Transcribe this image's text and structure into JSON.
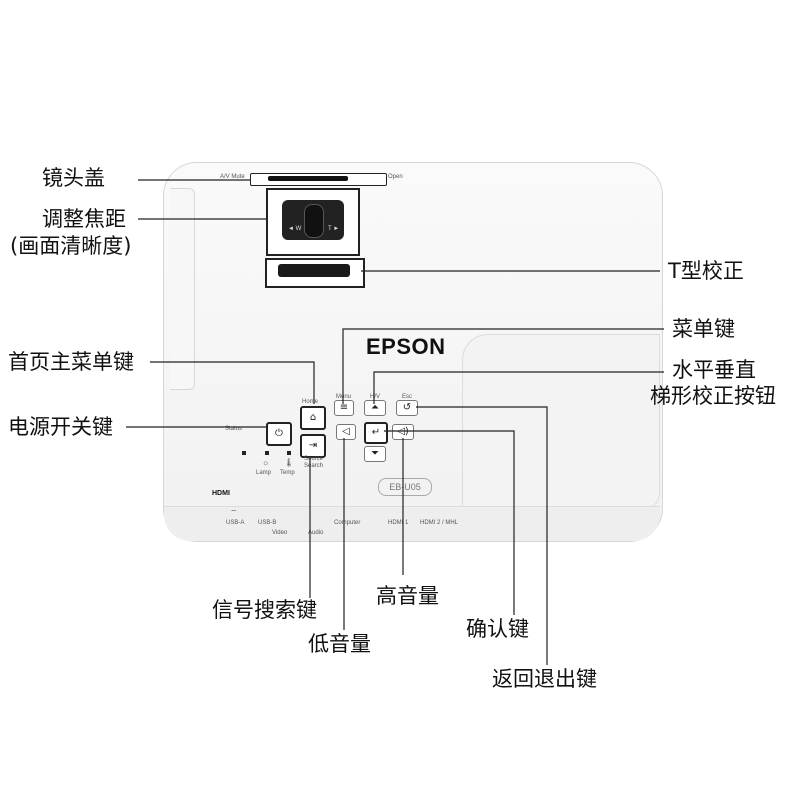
{
  "callouts": {
    "lens_cover": "镜头盖",
    "focus_line1": "调整焦距",
    "focus_line2": "(画面清晰度)",
    "t_keystone": "T型校正",
    "menu_key": "菜单键",
    "home_key": "首页主菜单键",
    "hv_keystone_line1": "水平垂直",
    "hv_keystone_line2": "梯形校正按钮",
    "power_key": "电源开关键",
    "source_search": "信号搜索键",
    "volume_down": "低音量",
    "volume_up": "高音量",
    "enter_key": "确认键",
    "esc_key": "返回退出键"
  },
  "device": {
    "brand": "EPSON",
    "model": "EB-U05",
    "av_mute": "A/V Mute",
    "open": "Open",
    "focus_w": "◄ W",
    "focus_t": "T ►",
    "status": "Status",
    "home": "Home",
    "menu": "Menu",
    "hv": "H/V",
    "esc": "Esc",
    "source_search_l1": "Source",
    "source_search_l2": "Search",
    "lamp": "Lamp",
    "temp": "Temp",
    "hdmi_logo": "HDMI"
  },
  "ports": [
    "USB-A",
    "USB-B",
    "Video",
    "Audio",
    "Computer",
    "HDMI 1",
    "HDMI 2 / MHL"
  ],
  "icons": {
    "power": "power-icon",
    "home": "home-icon",
    "menu": "menu-icon",
    "source": "source-icon",
    "enter": "enter-icon",
    "esc": "return-icon",
    "vol_up": "volume-up-icon",
    "vol_down": "volume-down-icon",
    "wifi": "wifi-icon",
    "lamp": "lamp-icon",
    "temp": "thermometer-icon"
  }
}
